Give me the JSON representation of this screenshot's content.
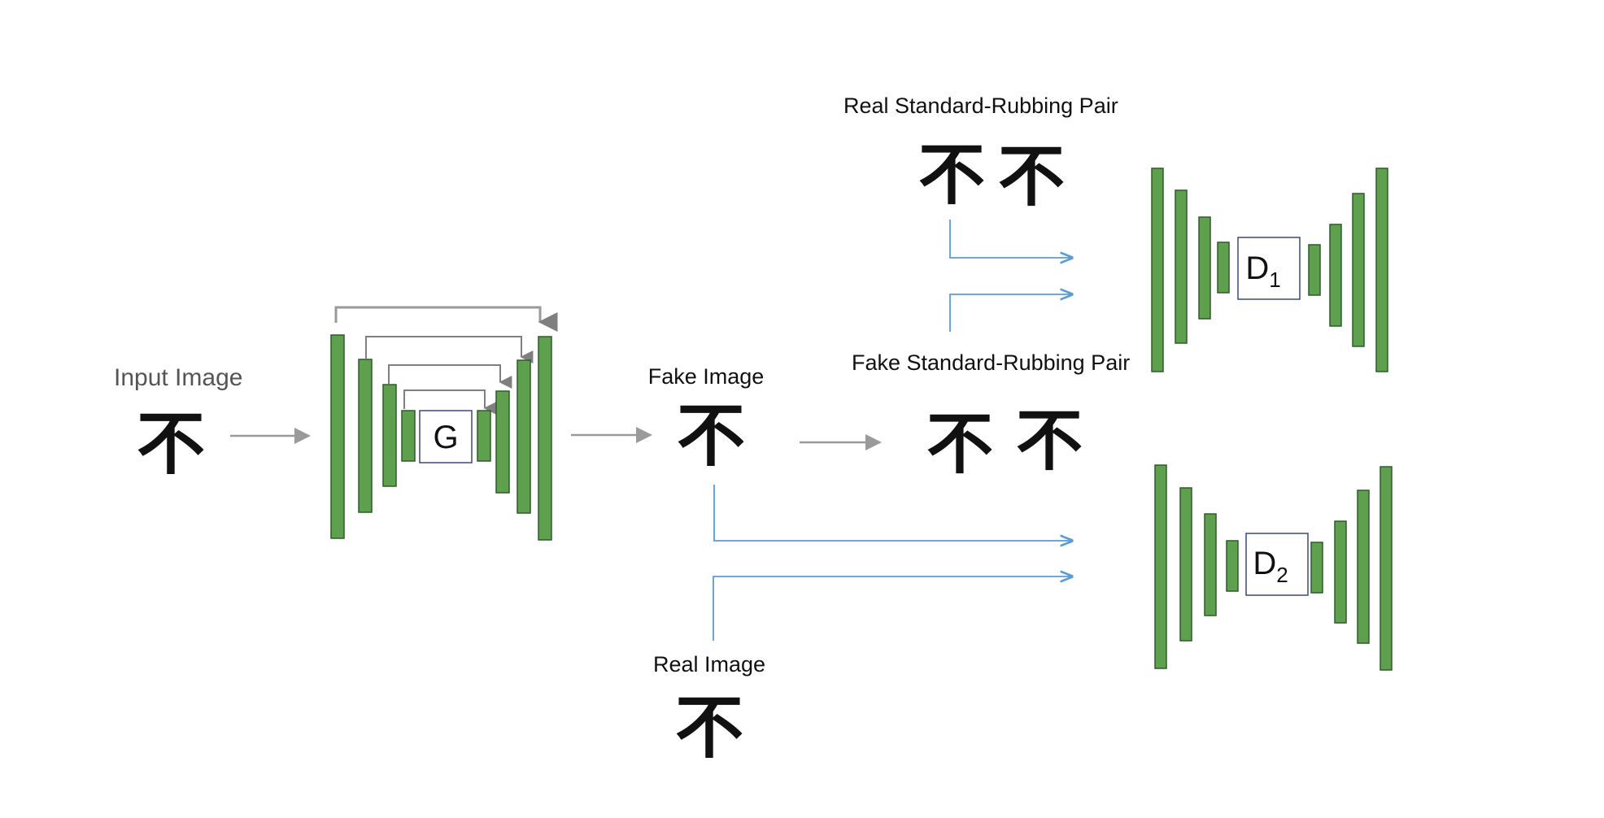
{
  "labels": {
    "input_image": "Input Image",
    "fake_image": "Fake Image",
    "real_image": "Real Image",
    "real_pair": "Real Standard-Rubbing Pair",
    "fake_pair": "Fake Standard-Rubbing Pair"
  },
  "characters": {
    "input": "不",
    "fake": "不",
    "real": "不",
    "real_pair_standard": "不",
    "real_pair_rubbing": "不",
    "fake_pair_standard": "不",
    "fake_pair_rubbing": "不"
  },
  "generator": {
    "label": "G"
  },
  "discriminator_1": {
    "label": "D",
    "subscript": "1"
  },
  "discriminator_2": {
    "label": "D",
    "subscript": "2"
  },
  "colors": {
    "block_fill": "#5fa04e",
    "block_stroke": "#2f5a2c",
    "gray_arrow": "#9a9a9a",
    "skip_line": "#7f7f7f",
    "blue_arrow": "#5b9bd5",
    "box_stroke": "#3c4a6e"
  }
}
